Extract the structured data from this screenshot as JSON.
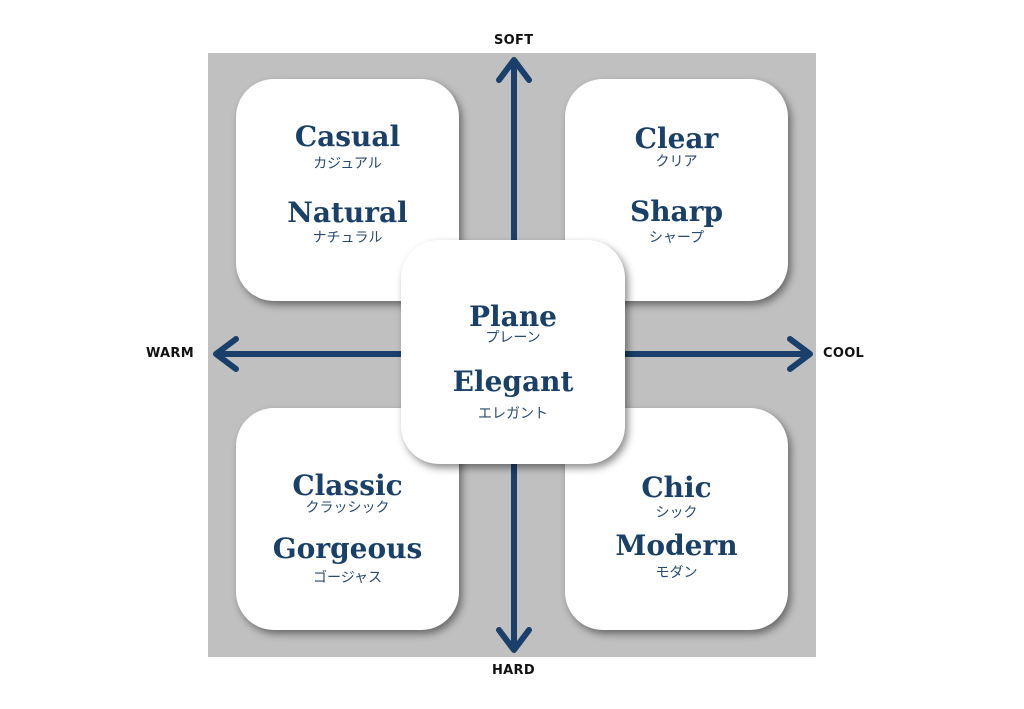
{
  "axes": {
    "top": "SOFT",
    "bottom": "HARD",
    "left": "WARM",
    "right": "COOL"
  },
  "quadrants": {
    "top_left": {
      "terms": [
        {
          "en": "Casual",
          "ja": "カジュアル"
        },
        {
          "en": "Natural",
          "ja": "ナチュラル"
        }
      ]
    },
    "top_right": {
      "terms": [
        {
          "en": "Clear",
          "ja": "クリア"
        },
        {
          "en": "Sharp",
          "ja": "シャープ"
        }
      ]
    },
    "bottom_left": {
      "terms": [
        {
          "en": "Classic",
          "ja": "クラッシック"
        },
        {
          "en": "Gorgeous",
          "ja": "ゴージャス"
        }
      ]
    },
    "bottom_right": {
      "terms": [
        {
          "en": "Chic",
          "ja": "シック"
        },
        {
          "en": "Modern",
          "ja": "モダン"
        }
      ]
    }
  },
  "center": {
    "terms": [
      {
        "en": "Plane",
        "ja": "プレーン"
      },
      {
        "en": "Elegant",
        "ja": "エレガント"
      }
    ]
  },
  "colors": {
    "arrow": "#1a3f6b",
    "text": "#1a4068",
    "background_square": "#c0c0c0"
  }
}
